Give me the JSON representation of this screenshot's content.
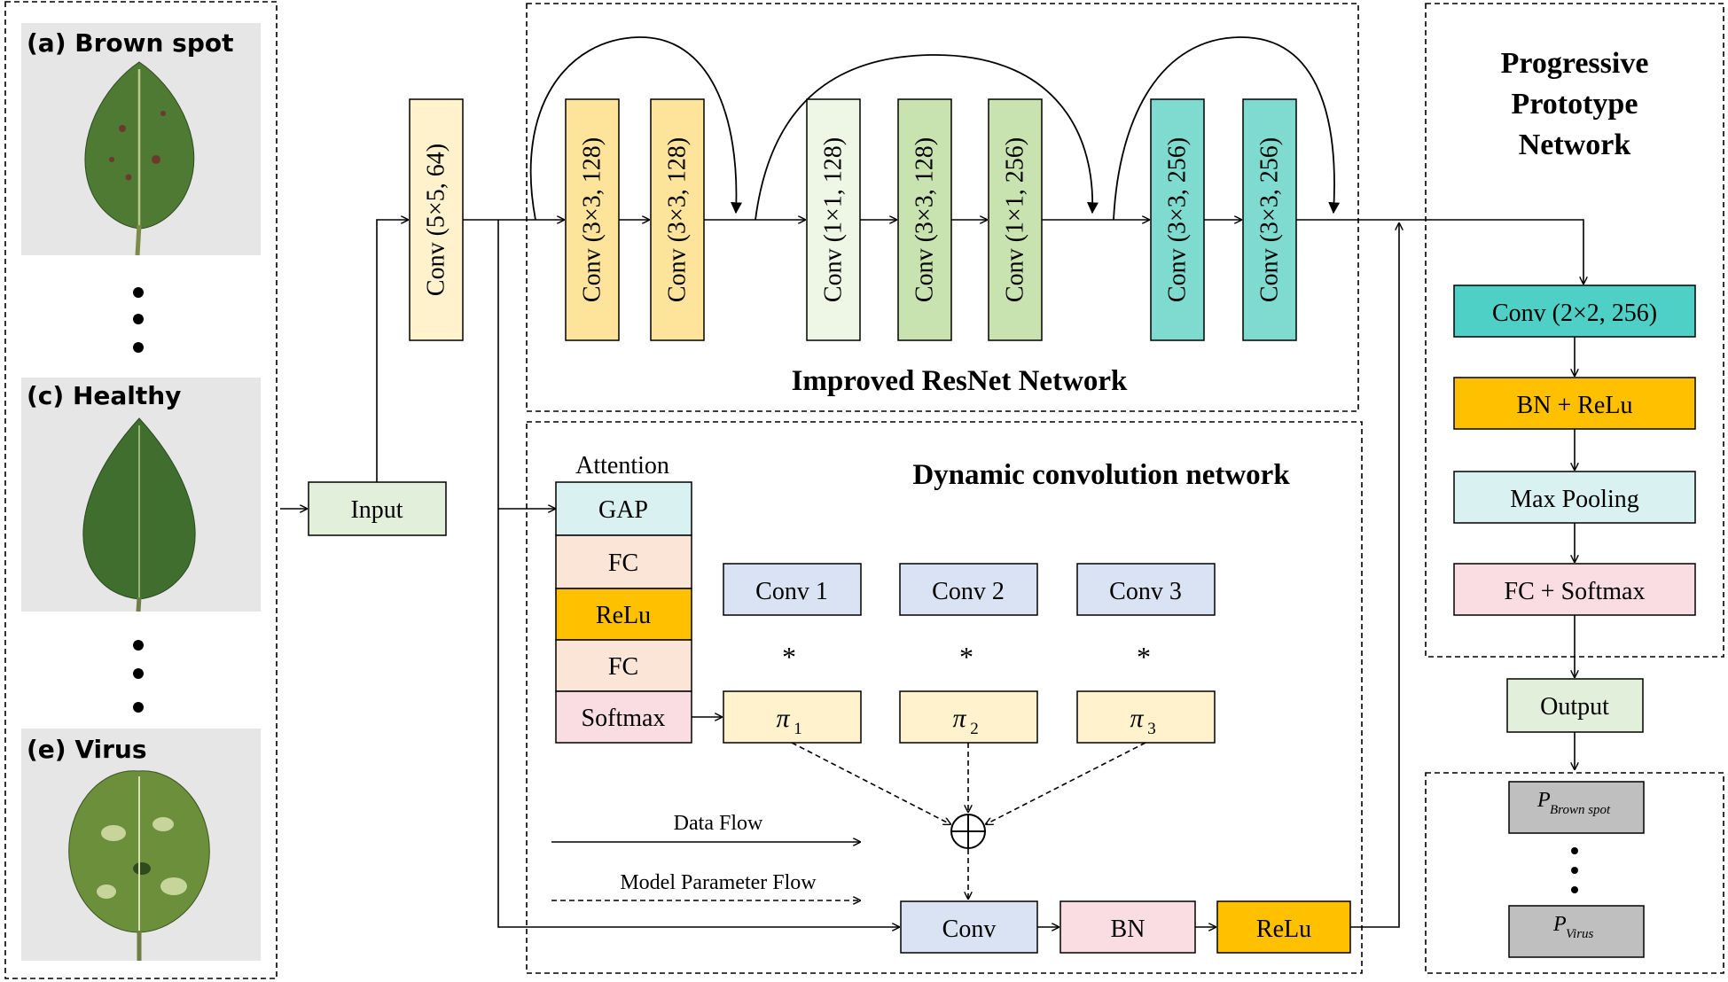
{
  "leaves": [
    {
      "label": "(a) Brown spot",
      "kind": "brown-spot",
      "color": "#4f7a34"
    },
    {
      "label": "(c) Healthy",
      "kind": "healthy",
      "color": "#3f6e2e"
    },
    {
      "label": "(e) Virus",
      "kind": "virus",
      "color": "#6b8f3a"
    }
  ],
  "input_label": "Input",
  "first_conv": "Conv (5×5, 64)",
  "resnet": {
    "title": "Improved ResNet Network",
    "blocks": [
      {
        "label": "Conv (3×3, 128)",
        "color": "#fde49a"
      },
      {
        "label": "Conv (3×3, 128)",
        "color": "#fde49a"
      },
      {
        "label": "Conv (1×1, 128)",
        "color": "#eef6e6"
      },
      {
        "label": "Conv (3×3, 128)",
        "color": "#c9e3b0"
      },
      {
        "label": "Conv (1×1, 256)",
        "color": "#c9e3b0"
      },
      {
        "label": "Conv (3×3, 256)",
        "color": "#7fdad0"
      },
      {
        "label": "Conv (3×3, 256)",
        "color": "#7fdad0"
      }
    ]
  },
  "dynamic": {
    "title": "Dynamic convolution network",
    "attention_title": "Attention",
    "attention_stack": [
      {
        "label": "GAP",
        "color": "#d9f1f1"
      },
      {
        "label": "FC",
        "color": "#fbe5d6"
      },
      {
        "label": "ReLu",
        "color": "#ffc000"
      },
      {
        "label": "FC",
        "color": "#fbe5d6"
      },
      {
        "label": "Softmax",
        "color": "#f9dde3"
      }
    ],
    "kernels": [
      "Conv 1",
      "Conv 2",
      "Conv 3"
    ],
    "star": "*",
    "pis": [
      "π",
      "π",
      "π"
    ],
    "pi_subs": [
      "1",
      "2",
      "3"
    ],
    "sum_symbol": "⊕",
    "legend": {
      "data_flow": "Data Flow",
      "param_flow": "Model Parameter Flow"
    },
    "bottom_row": [
      {
        "label": "Conv",
        "color": "#dae3f3"
      },
      {
        "label": "BN",
        "color": "#f9dde3"
      },
      {
        "label": "ReLu",
        "color": "#ffc000"
      }
    ]
  },
  "prototype": {
    "title": [
      "Progressive",
      "Prototype",
      "Network"
    ],
    "stack": [
      {
        "label": "Conv (2×2, 256)",
        "color": "#4fd0c6"
      },
      {
        "label": "BN + ReLu",
        "color": "#ffc000"
      },
      {
        "label": "Max Pooling",
        "color": "#d9f1f1"
      },
      {
        "label": "FC + Softmax",
        "color": "#f9dde3"
      }
    ],
    "output": "Output",
    "probs": [
      {
        "main": "P",
        "sub": "Brown spot"
      },
      {
        "main": "P",
        "sub": "Virus"
      }
    ]
  },
  "colors": {
    "kernel_fill": "#dae3f3",
    "pi_fill": "#fff2cc",
    "input_fill": "#e2efda",
    "first_conv_fill": "#fff2cc",
    "prob_fill": "#bfbfbf"
  }
}
